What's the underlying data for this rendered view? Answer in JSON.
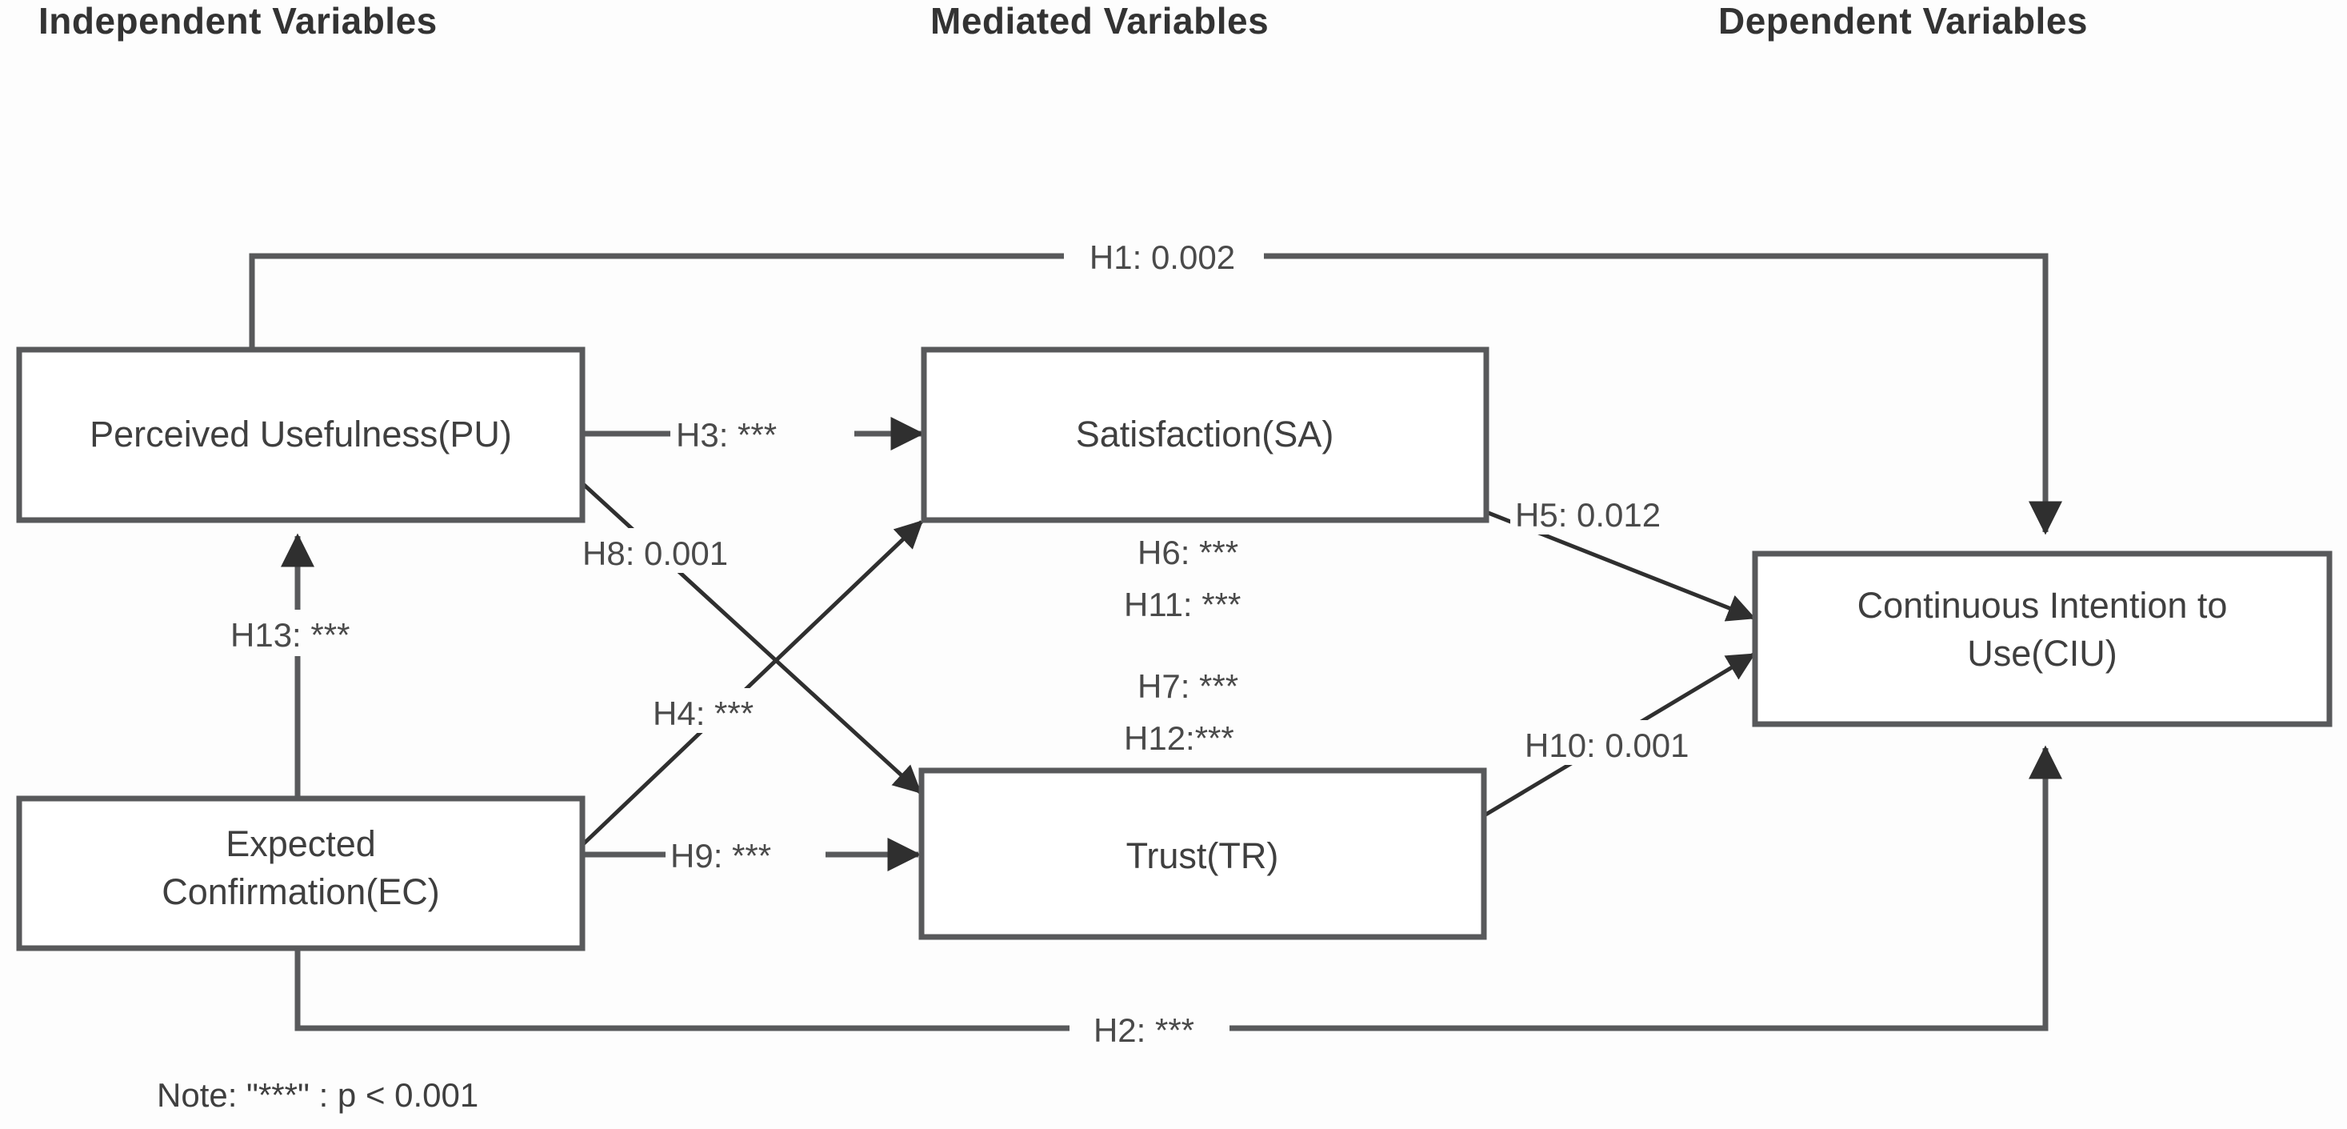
{
  "figure": {
    "type": "structural-equation-model",
    "background_color": "#fdfdfd",
    "line_color": "#58595b",
    "text_color": "#3f3f3f"
  },
  "column_headers": [
    {
      "id": "independent",
      "label": "Independent Variables"
    },
    {
      "id": "mediated",
      "label": "Mediated Variables"
    },
    {
      "id": "dependent",
      "label": "Dependent Variables"
    }
  ],
  "nodes": [
    {
      "id": "PU",
      "label": "Perceived Usefulness(PU)",
      "column": "independent"
    },
    {
      "id": "EC",
      "label_line1": "Expected",
      "label_line2": "Confirmation(EC)",
      "column": "independent"
    },
    {
      "id": "SA",
      "label": "Satisfaction(SA)",
      "column": "mediated"
    },
    {
      "id": "TR",
      "label": "Trust(TR)",
      "column": "mediated"
    },
    {
      "id": "CIU",
      "label_line1": "Continuous Intention to",
      "label_line2": "Use(CIU)",
      "column": "dependent"
    }
  ],
  "edges": [
    {
      "id": "H1",
      "from": "PU",
      "to": "CIU",
      "label": "H1: 0.002"
    },
    {
      "id": "H2",
      "from": "EC",
      "to": "CIU",
      "label": "H2: ***"
    },
    {
      "id": "H3",
      "from": "PU",
      "to": "SA",
      "label": "H3: ***"
    },
    {
      "id": "H4",
      "from": "EC",
      "to": "SA",
      "label": "H4: ***"
    },
    {
      "id": "H5",
      "from": "SA",
      "to": "CIU",
      "label": "H5: 0.012"
    },
    {
      "id": "H8",
      "from": "PU",
      "to": "TR",
      "label": "H8: 0.001"
    },
    {
      "id": "H9",
      "from": "EC",
      "to": "TR",
      "label": "H9: ***"
    },
    {
      "id": "H10",
      "from": "TR",
      "to": "CIU",
      "label": "H10: 0.001"
    },
    {
      "id": "H13",
      "from": "EC",
      "to": "PU",
      "label": "H13: ***"
    }
  ],
  "center_labels": [
    {
      "id": "H6",
      "label": "H6: ***"
    },
    {
      "id": "H11",
      "label": "H11: ***"
    },
    {
      "id": "H7",
      "label": "H7: ***"
    },
    {
      "id": "H12",
      "label": "H12:***"
    }
  ],
  "note": {
    "label": "Note:  \"***\" : p < 0.001"
  }
}
